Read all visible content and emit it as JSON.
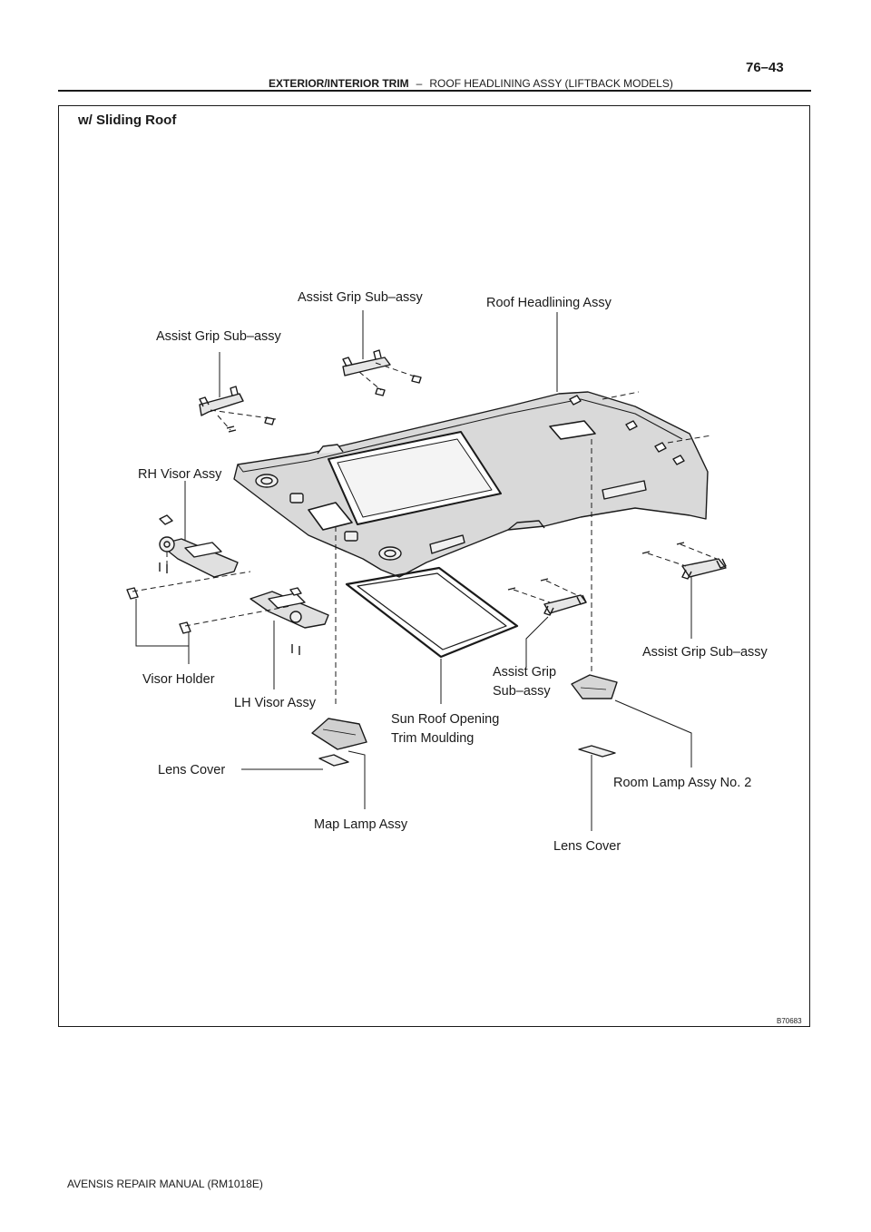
{
  "header": {
    "section": "EXTERIOR/INTERIOR TRIM",
    "separator": "–",
    "subtitle": "ROOF HEADLINING ASSY (LIFTBACK MODELS)",
    "page_number": "76–43"
  },
  "figure": {
    "variant_label": "w/ Sliding Roof",
    "figure_id": "B70683",
    "labels": {
      "assist_grip_top": "Assist Grip Sub–assy",
      "roof_headlining": "Roof Headlining Assy",
      "assist_grip_left": "Assist Grip Sub–assy",
      "rh_visor": "RH Visor Assy",
      "assist_grip_right": "Assist Grip Sub–assy",
      "visor_holder": "Visor Holder",
      "lh_visor": "LH Visor Assy",
      "assist_grip_center_line1": "Assist Grip",
      "assist_grip_center_line2": "Sub–assy",
      "sunroof_trim_line1": "Sun Roof Opening",
      "sunroof_trim_line2": "Trim Moulding",
      "lens_cover_left": "Lens Cover",
      "room_lamp": "Room Lamp Assy No. 2",
      "map_lamp": "Map Lamp Assy",
      "lens_cover_right": "Lens Cover"
    }
  },
  "footer": {
    "manual": "AVENSIS REPAIR MANUAL   (RM1018E)"
  }
}
